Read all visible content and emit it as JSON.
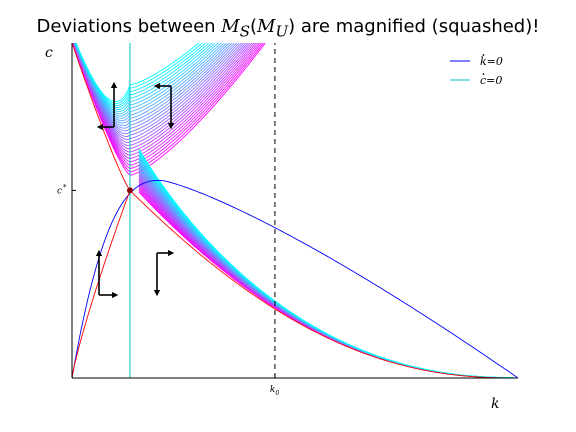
{
  "chart_data": {
    "type": "line",
    "title_prefix": "Deviations between ",
    "title_math": "M",
    "title_sub_s": "S",
    "title_mid": "(",
    "title_math2": "M",
    "title_sub_u": "U",
    "title_suffix": ") are magnified (squashed)!",
    "xlabel": "k",
    "ylabel": "c",
    "xtick_label": "k",
    "xtick_sub": "0",
    "ytick_label": "c",
    "ytick_sup": "*",
    "xlim": [
      0,
      1
    ],
    "ylim": [
      0,
      1
    ],
    "grid": false,
    "legend_position": "top-right",
    "legend": [
      {
        "label_base": "k",
        "label_eq": "=0",
        "dotted": true,
        "color": "#0000ff"
      },
      {
        "label_base": "c",
        "label_eq": "=0",
        "dotted": true,
        "color": "#00bfbf"
      }
    ],
    "steady_state": {
      "k": 0.13,
      "c": 0.56
    },
    "k_vertical_line": 0.13,
    "k0": 0.455,
    "k_max": 1.0,
    "kdot_zero_peak": {
      "k": 0.2,
      "c": 0.59
    },
    "stable_arm_color": "#ff0000",
    "trajectory_color_start": "#ff00ff",
    "trajectory_color_end": "#00ffff",
    "trajectory_count": 28,
    "series": [
      {
        "name": "k=0",
        "color": "#0000ff",
        "x": [
          0,
          0.02,
          0.05,
          0.1,
          0.13,
          0.2,
          0.3,
          0.4,
          0.5,
          0.6,
          0.7,
          0.8,
          0.9,
          1.0
        ],
        "y": [
          0,
          0.18,
          0.34,
          0.5,
          0.56,
          0.59,
          0.56,
          0.5,
          0.42,
          0.34,
          0.25,
          0.17,
          0.08,
          0
        ]
      },
      {
        "name": "c=0",
        "color": "#00bfbf",
        "x": [
          0.13,
          0.13
        ],
        "y": [
          0,
          1
        ]
      },
      {
        "color": "#ff0000",
        "x": [
          0,
          0.03,
          0.06,
          0.1,
          0.13,
          0.2,
          0.3,
          0.4,
          0.5,
          0.6,
          0.7,
          0.8,
          0.9,
          1.0
        ],
        "y": [
          0,
          0.14,
          0.29,
          0.46,
          0.56,
          0.45,
          0.33,
          0.24,
          0.17,
          0.12,
          0.08,
          0.045,
          0.02,
          0
        ]
      },
      {
        "color": "#ff0000",
        "x": [
          0,
          0.03,
          0.06,
          0.1,
          0.13
        ],
        "y": [
          1.0,
          0.88,
          0.77,
          0.64,
          0.56
        ]
      }
    ]
  }
}
